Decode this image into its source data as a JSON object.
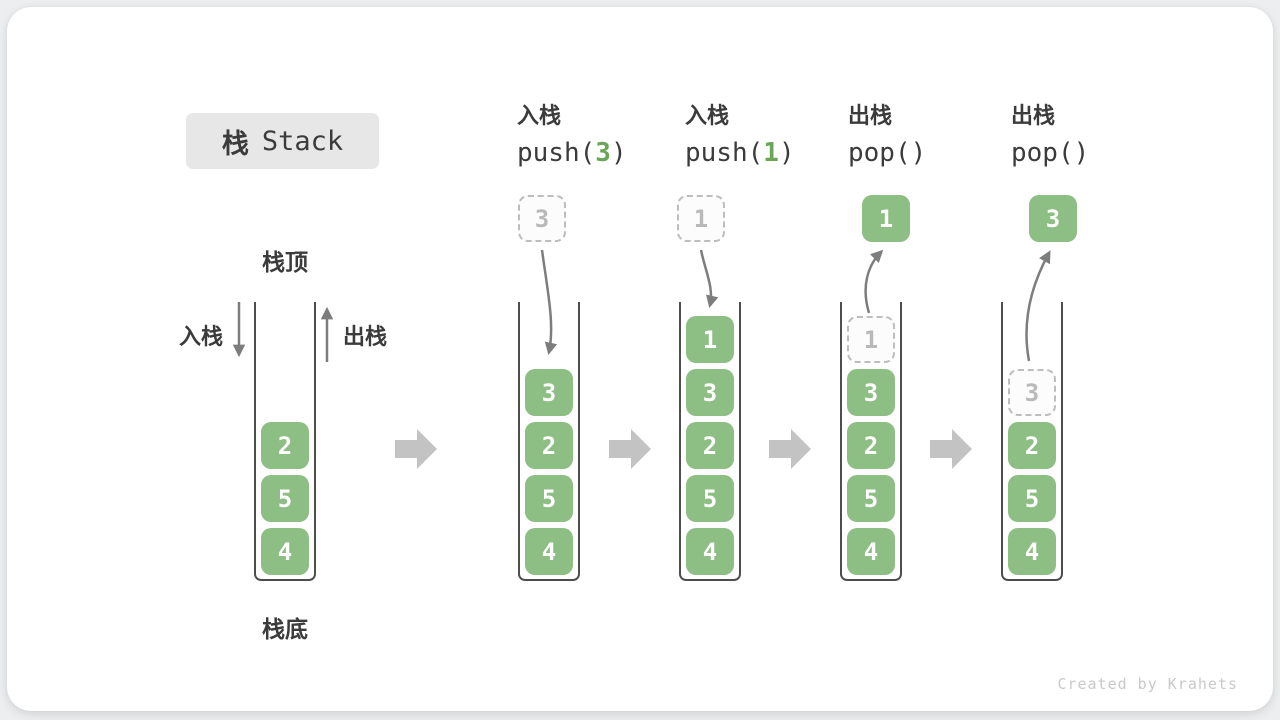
{
  "title": {
    "cn": "栈",
    "en": "Stack"
  },
  "side_labels": {
    "top": "栈顶",
    "bottom": "栈底",
    "push": "入栈",
    "pop": "出栈"
  },
  "watermark": "Created by Krahets",
  "colors": {
    "green": "#8dbe84",
    "green_code": "#69a658",
    "dark_text": "#3b3b3b",
    "ghost_gray": "#b9b9b9",
    "arrow_gray": "#7d7d7d",
    "block_arrow_gray": "#c3c3c3",
    "title_bg": "#e7e7e7",
    "watermark_gray": "#c9c9c9"
  },
  "scenes": [
    {
      "name": "initial-stack",
      "items": [
        {
          "v": "2"
        },
        {
          "v": "5"
        },
        {
          "v": "4"
        }
      ]
    },
    {
      "name": "push-3",
      "label": {
        "cn": "入栈",
        "code": [
          {
            "t": "push("
          },
          {
            "t": "3",
            "green": true
          },
          {
            "t": ")"
          }
        ]
      },
      "float": {
        "v": "3",
        "ghost": true
      },
      "arrow": "push",
      "items": [
        {
          "v": "3"
        },
        {
          "v": "2"
        },
        {
          "v": "5"
        },
        {
          "v": "4"
        }
      ]
    },
    {
      "name": "push-1",
      "label": {
        "cn": "入栈",
        "code": [
          {
            "t": "push("
          },
          {
            "t": "1",
            "green": true
          },
          {
            "t": ")"
          }
        ]
      },
      "float": {
        "v": "1",
        "ghost": true
      },
      "arrow": "push",
      "items": [
        {
          "v": "1"
        },
        {
          "v": "3"
        },
        {
          "v": "2"
        },
        {
          "v": "5"
        },
        {
          "v": "4"
        }
      ]
    },
    {
      "name": "pop-1",
      "label": {
        "cn": "出栈",
        "code": [
          {
            "t": "pop()"
          }
        ]
      },
      "float": {
        "v": "1",
        "ghost": false
      },
      "arrow": "pop",
      "items": [
        {
          "v": "1",
          "ghost": true
        },
        {
          "v": "3"
        },
        {
          "v": "2"
        },
        {
          "v": "5"
        },
        {
          "v": "4"
        }
      ]
    },
    {
      "name": "pop-3",
      "label": {
        "cn": "出栈",
        "code": [
          {
            "t": "pop()"
          }
        ]
      },
      "float": {
        "v": "3",
        "ghost": false
      },
      "arrow": "pop",
      "items": [
        {
          "v": "3",
          "ghost": true
        },
        {
          "v": "2"
        },
        {
          "v": "5"
        },
        {
          "v": "4"
        }
      ]
    }
  ]
}
